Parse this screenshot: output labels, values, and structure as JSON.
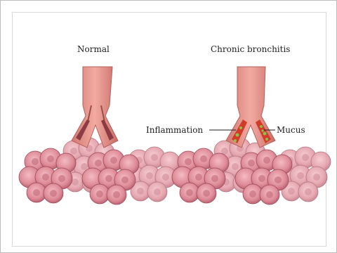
{
  "titles": {
    "left": "Normal",
    "right": "Chronic bronchitis"
  },
  "labels": {
    "inflammation": "Inflammation",
    "mucus": "Mucus"
  },
  "colors": {
    "airway": "#e58e86",
    "airway_dark": "#c96d67",
    "alveoli": "#dd8a96",
    "alveoli_dark": "#b85b6c",
    "inflammation": "#d23a2a",
    "mucus": "#8bc34a"
  }
}
